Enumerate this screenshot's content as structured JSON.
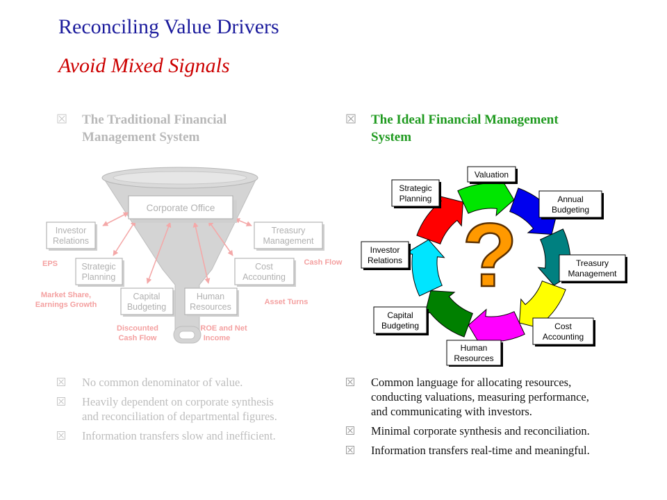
{
  "title": "Reconciling Value Drivers",
  "subtitle": "Avoid Mixed Signals",
  "left": {
    "heading": [
      "The Traditional Financial",
      "Management System"
    ],
    "boxes": {
      "corporate_office": "Corporate Office",
      "investor_relations": [
        "Investor",
        "Relations"
      ],
      "strategic_planning": [
        "Strategic",
        "Planning"
      ],
      "capital_budgeting": [
        "Capital",
        "Budgeting"
      ],
      "human_resources": [
        "Human",
        "Resources"
      ],
      "cost_accounting": [
        "Cost",
        "Accounting"
      ],
      "treasury_management": [
        "Treasury",
        "Management"
      ]
    },
    "metrics": {
      "eps": "EPS",
      "market_share": [
        "Market Share,",
        "Earnings Growth"
      ],
      "discounted_cash_flow": [
        "Discounted",
        "Cash Flow"
      ],
      "roe": [
        "ROE and Net",
        "Income"
      ],
      "asset_turns": "Asset Turns",
      "cash_flow": "Cash Flow"
    },
    "bullets": [
      [
        "No common denominator of value."
      ],
      [
        "Heavily dependent on corporate synthesis",
        "and reconciliation of departmental figures."
      ],
      [
        "Information transfers slow and inefficient."
      ]
    ]
  },
  "right": {
    "heading": [
      "The Ideal Financial Management",
      "System"
    ],
    "boxes": {
      "valuation": "Valuation",
      "annual_budgeting": [
        "Annual",
        "Budgeting"
      ],
      "treasury_management": [
        "Treasury",
        "Management"
      ],
      "cost_accounting": [
        "Cost",
        "Accounting"
      ],
      "human_resources": [
        "Human",
        "Resources"
      ],
      "capital_budgeting": [
        "Capital",
        "Budgeting"
      ],
      "investor_relations": [
        "Investor",
        "Relations"
      ],
      "strategic_planning": [
        "Strategic",
        "Planning"
      ]
    },
    "center_symbol": "?",
    "bullets": [
      [
        "Common language for allocating resources,",
        "conducting valuations, measuring performance,",
        "and communicating with investors."
      ],
      [
        "Minimal corporate synthesis and reconciliation."
      ],
      [
        "Information transfers real-time and meaningful."
      ]
    ]
  },
  "colors": {
    "title": "#1a1a9c",
    "subtitle": "#cc0000",
    "left_text": "#b8b8b8",
    "metric_text": "#f4a0a0",
    "right_heading": "#1f9a1f",
    "ring": [
      "#ff0000",
      "#00e600",
      "#0000ee",
      "#008080",
      "#ffff00",
      "#ff00ff",
      "#008000",
      "#00e5ff"
    ],
    "question_mark": "#ff9900"
  }
}
